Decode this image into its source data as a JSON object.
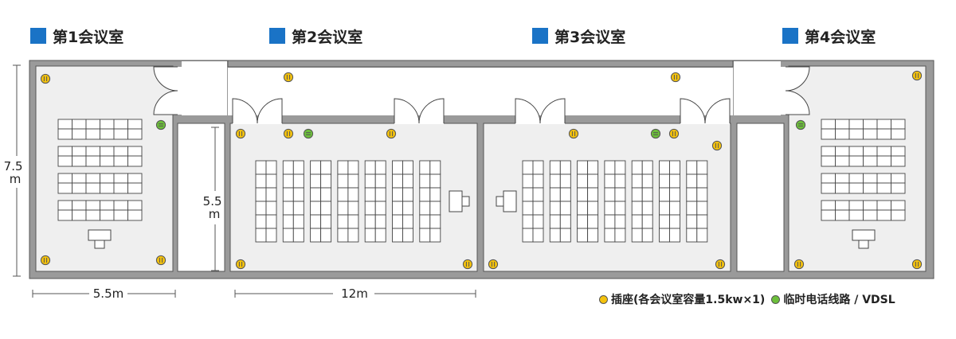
{
  "rooms": [
    {
      "title": "第1会议室"
    },
    {
      "title": "第2会议室"
    },
    {
      "title": "第3会议室"
    },
    {
      "title": "第4会议室"
    }
  ],
  "dimensions": {
    "room_height": "7.5\nm",
    "corridor_height": "5.5\nm",
    "room1_width": "5.5m",
    "room2_width": "12m"
  },
  "legend": {
    "outlet": "插座(各会议室容量1.5kw×1)",
    "phone": "临时电话线路 / VDSL"
  },
  "colors": {
    "accent": "#1a73c6",
    "outlet": "#f4c20d",
    "phone": "#6cbf3a",
    "wall": "#9a9a9a",
    "floor": "#efefef"
  },
  "icons": {
    "outlet": "outlet-icon",
    "phone": "phone-line-icon",
    "door": "door-swing-icon",
    "table": "table-icon",
    "podium": "podium-icon"
  }
}
